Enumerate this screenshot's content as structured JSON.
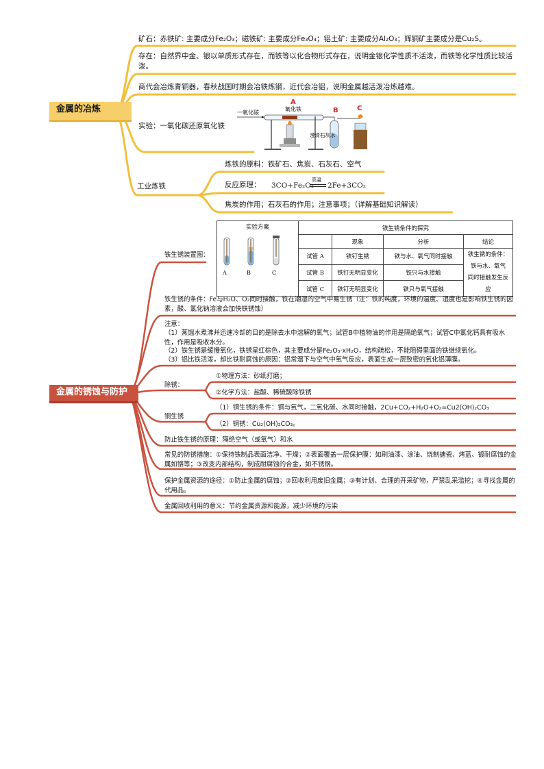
{
  "smelting": {
    "title": "金属的冶炼",
    "ore": "矿石：赤铁矿: 主要成分Fe₂O₃；磁铁矿: 主要成分Fe₃O₄；铝土矿: 主要成分Al₂O₃；辉铜矿主要成分是Cu₂S。",
    "existence": "存在：自然界中金、银以单质形式存在，而铁等以化合物形式存在，说明金银化学性质不活泼，而铁等化学性质比较活泼。",
    "history": "商代会冶炼青铜器，春秋战国时期会冶铁炼钢，近代会冶铝，说明金属越活泼冶炼越难。",
    "experiment": "实验：一氧化碳还原氧化铁",
    "apparatus": {
      "co_label": "一氧化碳",
      "fe2o3_label": "氧化铁",
      "limewater_label": "澄清石灰水",
      "label_a": "A",
      "label_b": "B",
      "label_c": "C"
    },
    "industrial": "工业炼铁",
    "raw": "炼铁的原料：铁矿石、焦炭、石灰石、空气",
    "reaction_label": "反应原理：",
    "reaction_left": "3CO+Fe₂O₃",
    "reaction_cond": "高温",
    "reaction_right": "2Fe+3CO₂",
    "roles": "焦炭的作用；石灰石的作用；注意事项；（详解基础知识解读）"
  },
  "rust_device": {
    "label": "铁生锈装置图：",
    "table": {
      "h_scheme": "实验方案",
      "h_explore": "铁生锈条件的探究",
      "h_phenomenon": "现象",
      "h_analysis": "分析",
      "h_conclusion": "结论",
      "rows": [
        {
          "tube": "试管 A",
          "phenomenon": "铁钉生锈",
          "analysis": "铁与水、氧气同时接触"
        },
        {
          "tube": "试管 B",
          "phenomenon": "铁钉无明显变化",
          "analysis": "铁只与水接触"
        },
        {
          "tube": "试管 C",
          "phenomenon": "铁钉无明显变化",
          "analysis": "铁只与氧气接触"
        }
      ],
      "conclusion_1": "铁生锈的条件：",
      "conclusion_2": "铁与水、氧气",
      "conclusion_3": "同时接触发生反应",
      "tube_labels": [
        "A",
        "B",
        "C"
      ]
    }
  },
  "corrosion": {
    "title": "金属的锈蚀与防护",
    "condition": "铁生锈的条件：Fe与H₂O、O₂同时接触，铁在潮湿的空气中易生锈（注：铁的纯度，环境的温度、湿度也是影响铁生锈的因素，酸、氯化钠溶液会加快铁锈蚀）",
    "note_title": "注意：",
    "note_1": "（1）蒸馏水煮沸并迅速冷却的目的是除去水中溶解的氧气；试管B中植物油的作用是隔绝氧气；试管C中氯化钙具有吸水性，作用是吸收水分。",
    "note_2": "（2）铁生锈是缓慢氧化，铁锈呈红棕色，其主要成分是Fe₂O₃·xH₂O，结构疏松，不能阻碍里面的铁继续氧化。",
    "note_3": "（3）铝比铁活泼，却比铁耐腐蚀的原因：铝常温下与空气中氧气反应，表面生成一层致密的氧化铝薄膜。",
    "derust": "除锈：",
    "derust_1": "①物理方法：砂纸打磨；",
    "derust_2": "②化学方法：盐酸、稀硫酸除铁锈",
    "copper": "铜生锈",
    "copper_1": "（1）铜生锈的条件：铜与氧气，二氧化碳、水同时接触，2Cu+CO₂+H₂O+O₂=Cu2(OH)₂CO₃",
    "copper_2": "（2）铜锈：Cu₂(OH)₂CO₃。",
    "principle": "防止铁生锈的原理：隔绝空气（或氧气）和水",
    "measures": "常见的防锈措施：①保持铁制品表面洁净、干燥；②表面覆盖一层保护膜：如刷油漆、涂油、烧制搪瓷、烤蓝、镀耐腐蚀的金属如铬等；③改变内部结构，制成耐腐蚀的合金，如不锈钢。",
    "protect": "保护金属资源的途径：①防止金属的腐蚀；②回收利用废旧金属；③有计划、合理的开采矿物，严禁乱采滥挖；④寻找金属的代用品。",
    "recycle": "金属回收利用的意义：节约金属资源和能源，减少环境的污染"
  },
  "colors": {
    "gold": "#f2bf3a",
    "gold_fill": "#f7cf6a",
    "red": "#c9523f"
  }
}
